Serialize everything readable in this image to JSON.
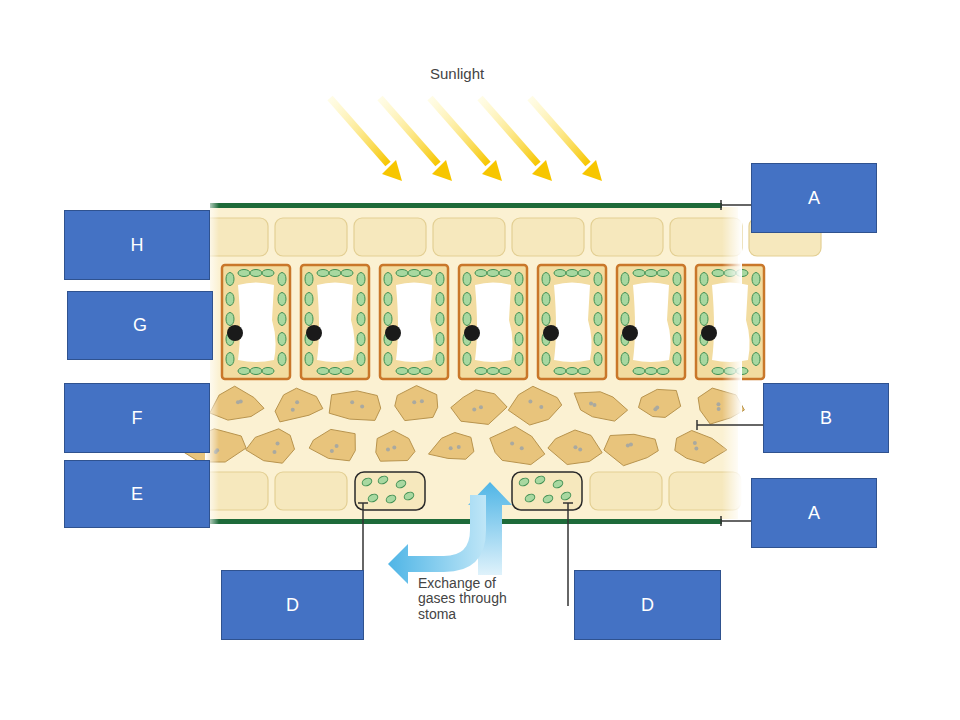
{
  "diagram": {
    "nodes": [
      {
        "text": [
          "A"
        ]
      },
      {
        "text": [
          "H"
        ]
      },
      {
        "text": [
          "G"
        ]
      },
      {
        "text": [
          "F"
        ]
      },
      {
        "text": [
          "B"
        ]
      },
      {
        "text": [
          "E"
        ]
      },
      {
        "text": [
          "A"
        ]
      },
      {
        "text": [
          "D"
        ]
      },
      {
        "text": [
          "D"
        ]
      }
    ],
    "edges": [],
    "labels": [
      "Sunlight",
      "Exchange of gases through stoma"
    ]
  }
}
